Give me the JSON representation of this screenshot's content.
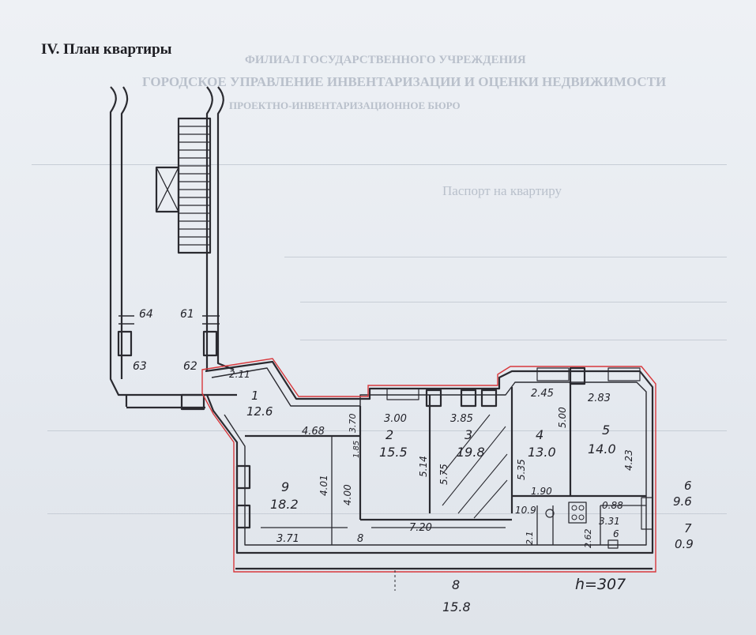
{
  "heading": "IV. План квартиры",
  "watermark_lines": [
    "ФИЛИАЛ ГОСУДАРСТВЕННОГО УЧРЕЖДЕНИЯ",
    "ГОРОДСКОЕ УПРАВЛЕНИЕ ИНВЕНТАРИЗАЦИИ И ОЦЕНКИ НЕДВИЖИМОСТИ",
    "ПРОЕКТНО-ИНВЕНТАРИЗАЦИОННОЕ БЮРО",
    "Паспорт на квартиру"
  ],
  "plan": {
    "stair_labels": [
      "64",
      "61",
      "63",
      "62"
    ],
    "rooms": [
      {
        "num": "1",
        "area": "12.6"
      },
      {
        "num": "2",
        "area": "15.5"
      },
      {
        "num": "3",
        "area": "19.8"
      },
      {
        "num": "4",
        "area": "13.0"
      },
      {
        "num": "5",
        "area": "14.0"
      },
      {
        "num": "6",
        "area": "9.6"
      },
      {
        "num": "7",
        "area": "0.9"
      },
      {
        "num": "8",
        "area": "15.8"
      },
      {
        "num": "9",
        "area": "18.2"
      }
    ],
    "dimensions": [
      "2.11",
      "4.68",
      "3.00",
      "5.14",
      "3.85",
      "5.75",
      "2.45",
      "5.00",
      "2.83",
      "4.23",
      "5.35",
      "7.20",
      "4.01",
      "4.00",
      "3.71",
      "8",
      "1.90",
      "10.9",
      "0.88",
      "3.31",
      "2.62",
      "6",
      "3.70",
      "1.85",
      "2.1"
    ],
    "height": "h=307"
  },
  "colors": {
    "ink": "#2a2a30",
    "outline": "#d8383c",
    "ghost": "#b9c0cb"
  }
}
